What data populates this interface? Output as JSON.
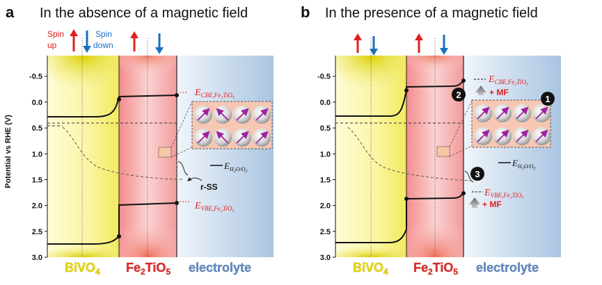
{
  "panels": [
    {
      "letter": "a",
      "title": "In the absence of a magnetic field",
      "spin_up_label": "Spin\nup",
      "spin_down_label": "Spin\ndown",
      "layers": [
        "BiVO",
        "Fe",
        "TiO",
        "electrolyte"
      ],
      "cbe_label": "E",
      "cbe_sub": "CBE,Fe",
      "vbe_label": "E",
      "vbe_sub": "VBE,Fe",
      "redox_label": "E",
      "redox_sub": "H",
      "rss_label": "r-SS"
    },
    {
      "letter": "b",
      "title": "In the presence of a magnetic field",
      "mf_label": "+ MF",
      "markers": [
        "1",
        "2",
        "3"
      ]
    }
  ],
  "y_axis": {
    "label": "Potential vs RHE (V)",
    "ticks": [
      "-0.5",
      "0.0",
      "0.5",
      "1.0",
      "1.5",
      "2.0",
      "2.5",
      "3.0"
    ],
    "range": [
      -0.9,
      3.0
    ]
  },
  "colors": {
    "bivo4": "#f6f27a",
    "fe2tio5": "#f5a0a0",
    "electrolyte": "#bcd4ea",
    "spin_up": "#e02020",
    "spin_down": "#1a6fc0",
    "label_red": "#e02020",
    "label_bivo": "#ecd400",
    "label_fe": "#e23030",
    "label_elec": "#4a6fa5",
    "moment_arrow": "#a020a0"
  }
}
